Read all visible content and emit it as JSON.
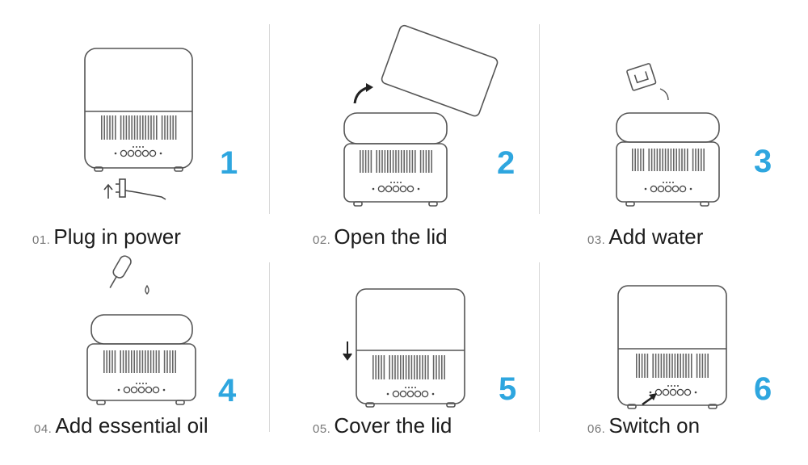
{
  "steps": [
    {
      "index": "01.",
      "label": "Plug in power",
      "number": "1"
    },
    {
      "index": "02.",
      "label": "Open the lid",
      "number": "2"
    },
    {
      "index": "03.",
      "label": "Add water",
      "number": "3"
    },
    {
      "index": "04.",
      "label": "Add essential oil",
      "number": "4"
    },
    {
      "index": "05.",
      "label": "Cover the lid",
      "number": "5"
    },
    {
      "index": "06.",
      "label": "Switch on",
      "number": "6"
    }
  ],
  "colors": {
    "accent": "#2ea6df",
    "line": "#555555",
    "text": "#1c1c1c",
    "index_text": "#777777"
  }
}
